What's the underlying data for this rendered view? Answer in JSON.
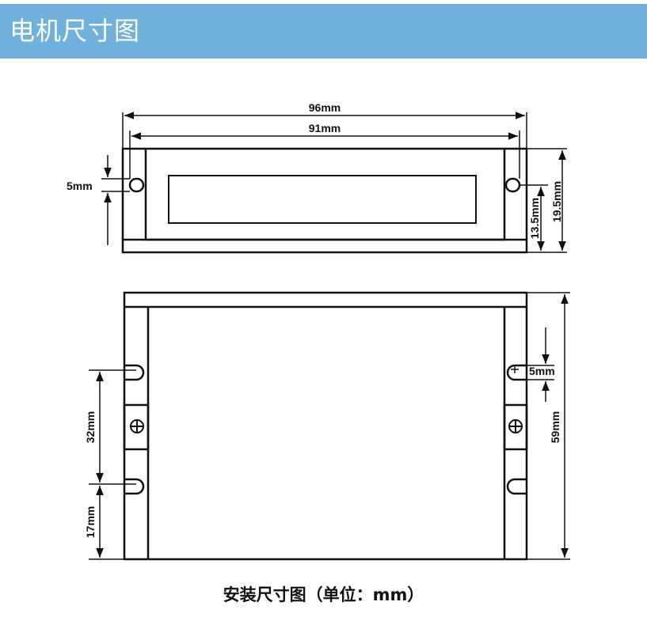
{
  "header": {
    "title": "电机尺寸图"
  },
  "top_view": {
    "dim_width_outer": "96mm",
    "dim_width_inner": "91mm",
    "dim_slot": "5mm",
    "dim_hole_height": "13.5mm",
    "dim_height": "19.5mm"
  },
  "front_view": {
    "dim_slot": "5mm",
    "dim_height": "59mm",
    "dim_hole_spacing": "32mm",
    "dim_bottom": "17mm"
  },
  "caption": "安装尺寸图（单位：mm）",
  "colors": {
    "header_bg": "#6fb1dc",
    "header_text": "#ffffff",
    "line": "#111111"
  }
}
